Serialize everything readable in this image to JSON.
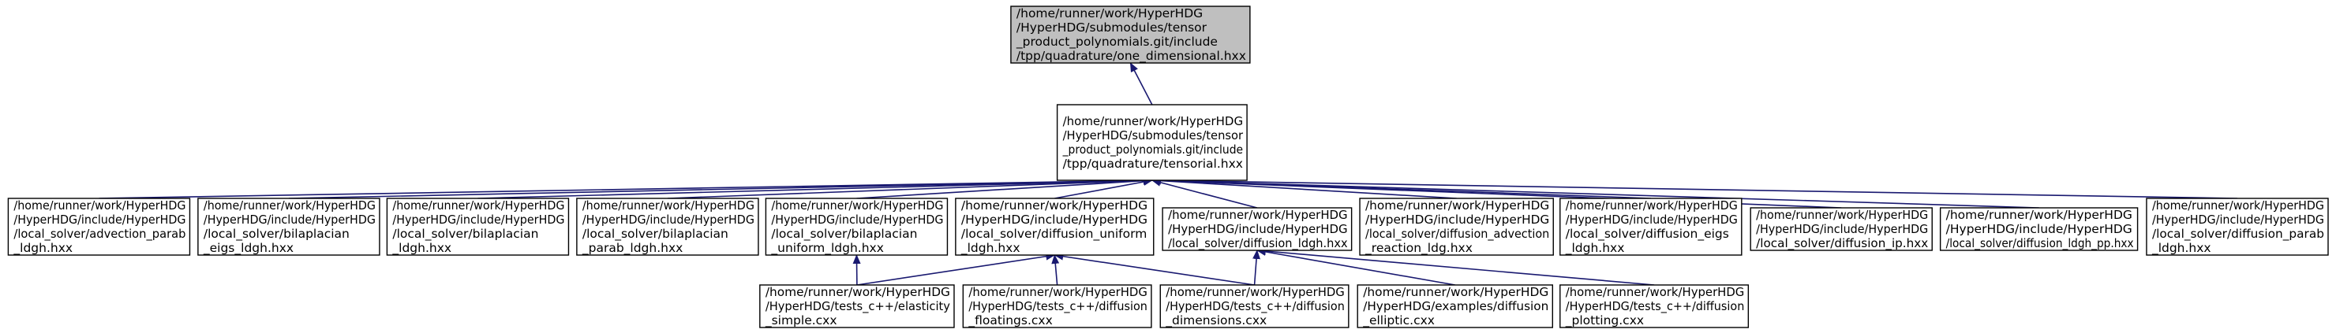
{
  "graph": {
    "kind": "include-dependency-graph",
    "edge_color": "#191970",
    "root_fill": "#bfbfbf",
    "nodes": [
      {
        "id": "root",
        "lines": [
          "/home/runner/work/HyperHDG",
          "/HyperHDG/submodules/tensor",
          "_product_polynomials.git/include",
          "/tpp/quadrature/one_dimensional.hxx"
        ]
      },
      {
        "id": "tensorial",
        "lines": [
          "/home/runner/work/HyperHDG",
          "/HyperHDG/submodules/tensor",
          "_product_polynomials.git/include",
          "/tpp/quadrature/tensorial.hxx"
        ]
      },
      {
        "id": "advection_parab",
        "lines": [
          "/home/runner/work/HyperHDG",
          "/HyperHDG/include/HyperHDG",
          "/local_solver/advection_parab",
          "_ldgh.hxx"
        ]
      },
      {
        "id": "bilaplacian_eigs",
        "lines": [
          "/home/runner/work/HyperHDG",
          "/HyperHDG/include/HyperHDG",
          "/local_solver/bilaplacian",
          "_eigs_ldgh.hxx"
        ]
      },
      {
        "id": "bilaplacian_ldgh",
        "lines": [
          "/home/runner/work/HyperHDG",
          "/HyperHDG/include/HyperHDG",
          "/local_solver/bilaplacian",
          "_ldgh.hxx"
        ]
      },
      {
        "id": "bilaplacian_parab",
        "lines": [
          "/home/runner/work/HyperHDG",
          "/HyperHDG/include/HyperHDG",
          "/local_solver/bilaplacian",
          "_parab_ldgh.hxx"
        ]
      },
      {
        "id": "bilaplacian_uniform",
        "lines": [
          "/home/runner/work/HyperHDG",
          "/HyperHDG/include/HyperHDG",
          "/local_solver/bilaplacian",
          "_uniform_ldgh.hxx"
        ]
      },
      {
        "id": "diffusion_uniform",
        "lines": [
          "/home/runner/work/HyperHDG",
          "/HyperHDG/include/HyperHDG",
          "/local_solver/diffusion_uniform",
          "_ldgh.hxx"
        ]
      },
      {
        "id": "diffusion_ldgh",
        "lines": [
          "/home/runner/work/HyperHDG",
          "/HyperHDG/include/HyperHDG",
          "/local_solver/diffusion_ldgh.hxx"
        ]
      },
      {
        "id": "diffusion_advection",
        "lines": [
          "/home/runner/work/HyperHDG",
          "/HyperHDG/include/HyperHDG",
          "/local_solver/diffusion_advection",
          "_reaction_ldg.hxx"
        ]
      },
      {
        "id": "diffusion_eigs",
        "lines": [
          "/home/runner/work/HyperHDG",
          "/HyperHDG/include/HyperHDG",
          "/local_solver/diffusion_eigs",
          "_ldgh.hxx"
        ]
      },
      {
        "id": "diffusion_ip",
        "lines": [
          "/home/runner/work/HyperHDG",
          "/HyperHDG/include/HyperHDG",
          "/local_solver/diffusion_ip.hxx"
        ]
      },
      {
        "id": "diffusion_ldgh_pp",
        "lines": [
          "/home/runner/work/HyperHDG",
          "/HyperHDG/include/HyperHDG",
          "/local_solver/diffusion_ldgh_pp.hxx"
        ]
      },
      {
        "id": "diffusion_parab",
        "lines": [
          "/home/runner/work/HyperHDG",
          "/HyperHDG/include/HyperHDG",
          "/local_solver/diffusion_parab",
          "_ldgh.hxx"
        ]
      },
      {
        "id": "elasticity",
        "lines": [
          "/home/runner/work/HyperHDG",
          "/HyperHDG/tests_c++/elasticity",
          "_simple.cxx"
        ]
      },
      {
        "id": "diffusion_floatings",
        "lines": [
          "/home/runner/work/HyperHDG",
          "/HyperHDG/tests_c++/diffusion",
          "_floatings.cxx"
        ]
      },
      {
        "id": "diffusion_dimensions",
        "lines": [
          "/home/runner/work/HyperHDG",
          "/HyperHDG/tests_c++/diffusion",
          "_dimensions.cxx"
        ]
      },
      {
        "id": "diffusion_elliptic",
        "lines": [
          "/home/runner/work/HyperHDG",
          "/HyperHDG/examples/diffusion",
          "_elliptic.cxx"
        ]
      },
      {
        "id": "diffusion_plotting",
        "lines": [
          "/home/runner/work/HyperHDG",
          "/HyperHDG/tests_c++/diffusion",
          "_plotting.cxx"
        ]
      }
    ],
    "edges": [
      [
        "tensorial",
        "root"
      ],
      [
        "advection_parab",
        "tensorial"
      ],
      [
        "bilaplacian_eigs",
        "tensorial"
      ],
      [
        "bilaplacian_ldgh",
        "tensorial"
      ],
      [
        "bilaplacian_parab",
        "tensorial"
      ],
      [
        "bilaplacian_uniform",
        "tensorial"
      ],
      [
        "diffusion_uniform",
        "tensorial"
      ],
      [
        "diffusion_ldgh",
        "tensorial"
      ],
      [
        "diffusion_advection",
        "tensorial"
      ],
      [
        "diffusion_eigs",
        "tensorial"
      ],
      [
        "diffusion_ip",
        "tensorial"
      ],
      [
        "diffusion_ldgh_pp",
        "tensorial"
      ],
      [
        "diffusion_parab",
        "tensorial"
      ],
      [
        "elasticity",
        "bilaplacian_uniform"
      ],
      [
        "elasticity",
        "diffusion_uniform"
      ],
      [
        "diffusion_floatings",
        "diffusion_uniform"
      ],
      [
        "diffusion_dimensions",
        "diffusion_uniform"
      ],
      [
        "diffusion_dimensions",
        "diffusion_ldgh"
      ],
      [
        "diffusion_elliptic",
        "diffusion_ldgh"
      ],
      [
        "diffusion_plotting",
        "diffusion_ldgh"
      ]
    ]
  }
}
